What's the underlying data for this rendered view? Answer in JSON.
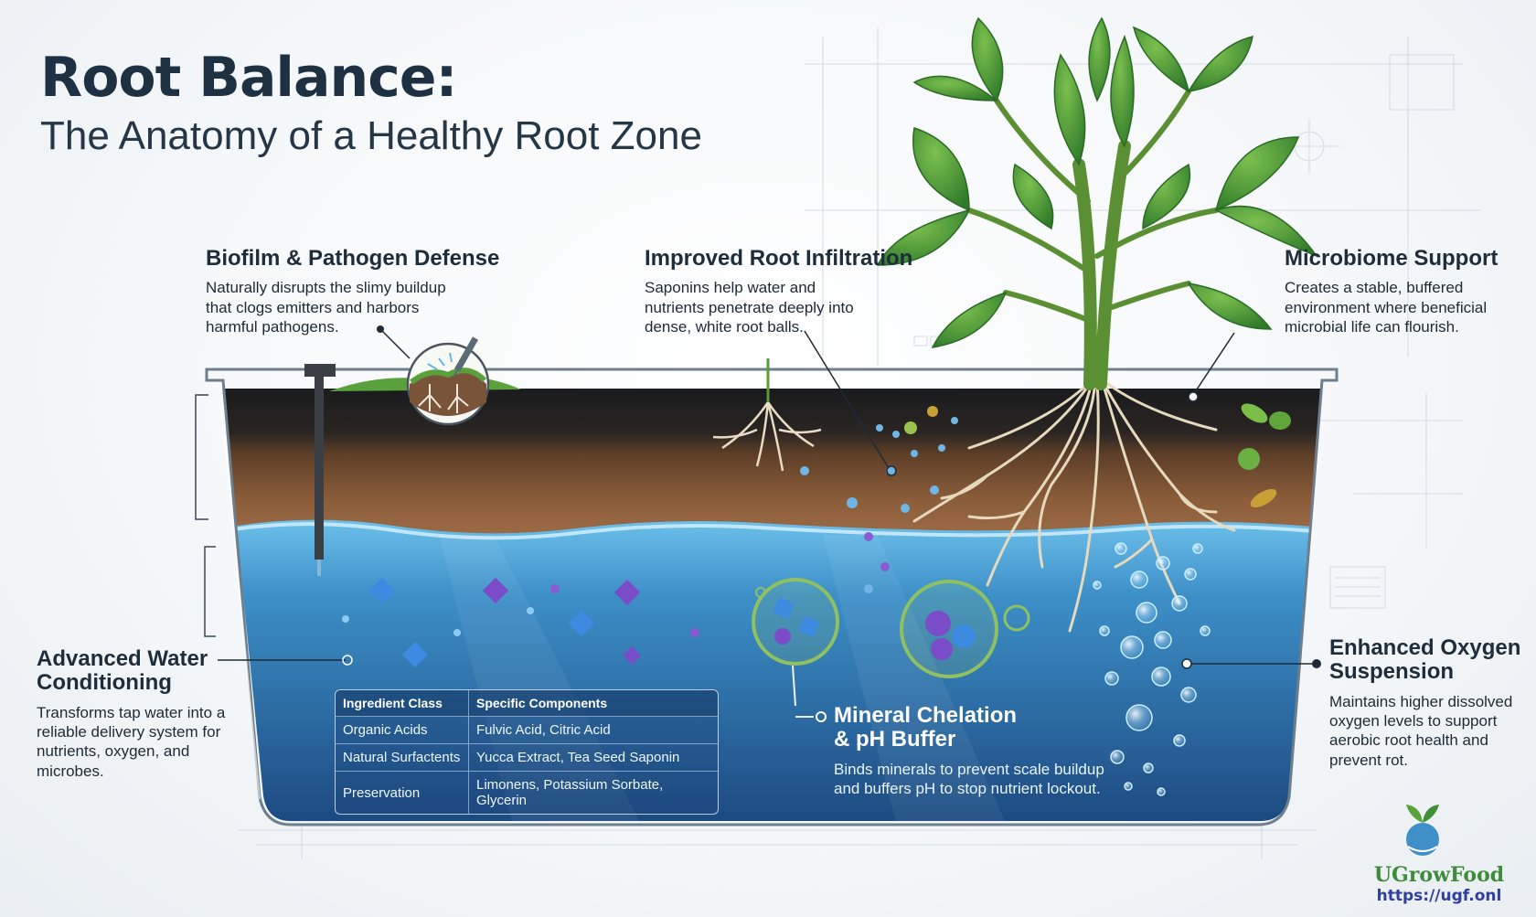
{
  "header": {
    "title": "Root Balance:",
    "subtitle": "The Anatomy of a Healthy Root Zone"
  },
  "callouts": {
    "biofilm": {
      "title": "Biofilm & Pathogen Defense",
      "body": "Naturally disrupts the slimy buildup\nthat clogs emitters and harbors\nharmful pathogens."
    },
    "infiltration": {
      "title": "Improved Root Infiltration",
      "body": "Saponins help water and\nnutrients penetrate deeply into\ndense, white root balls."
    },
    "microbiome": {
      "title": "Microbiome Support",
      "body": "Creates a stable, buffered\nenvironment where beneficial\nmicrobial life can flourish."
    },
    "water": {
      "title": "Advanced Water\nConditioning",
      "body": "Transforms tap water into a\nreliable delivery system for\nnutrients, oxygen, and\nmicrobes."
    },
    "chelation": {
      "title": "Mineral Chelation\n& pH Buffer",
      "body": "Binds minerals to prevent scale buildup\nand buffers pH to stop nutrient lockout."
    },
    "oxygen": {
      "title": "Enhanced Oxygen\nSuspension",
      "body": "Maintains higher dissolved\noxygen levels to support\naerobic root health and\nprevent rot."
    }
  },
  "table": {
    "headers": [
      "Ingredient Class",
      "Specific Components"
    ],
    "rows": [
      [
        "Organic Acids",
        "Fulvic Acid, Citric Acid"
      ],
      [
        "Natural Surfactents",
        "Yucca Extract, Tea Seed Saponin"
      ],
      [
        "Preservation",
        "Limonens, Potassium Sorbate, Glycerin"
      ]
    ]
  },
  "brand": {
    "name": "UGrowFood",
    "url": "https://ugf.onl",
    "logo_icon": "leaf-drop-logo-icon"
  },
  "colors": {
    "title": "#1d3143",
    "water_top": "#4a9fd4",
    "water_bottom": "#1f4f86",
    "soil_dark": "#1c1d1f",
    "soil_brown": "#7a5233",
    "leaf": "#4f9a3a",
    "brand_green": "#3e8c3a",
    "brand_blue": "#2e3f9e"
  }
}
